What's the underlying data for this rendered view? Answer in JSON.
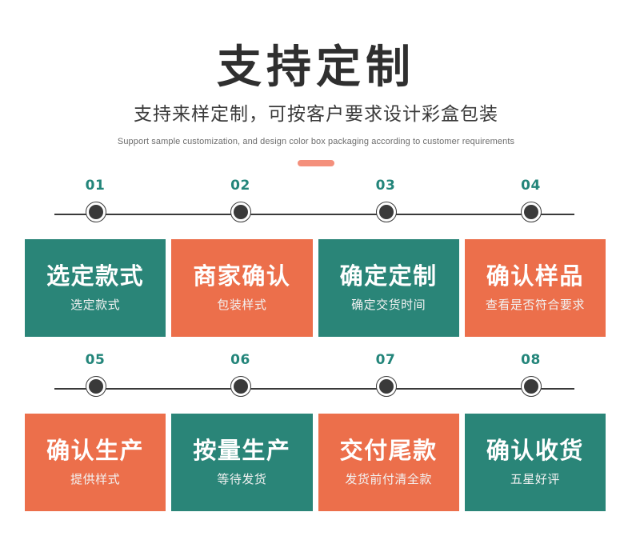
{
  "header": {
    "title": "支持定制",
    "subtitle": "支持来样定制，可按客户要求设计彩盒包装",
    "english": "Support sample customization, and design color box packaging according to customer requirements",
    "divider_icon": "dash-divider-icon"
  },
  "colors": {
    "teal": "#2a8578",
    "orange": "#ec6f4b",
    "number_teal": "#23857a",
    "divider_salmon": "#f4907c",
    "dark": "#3a3a3a",
    "background": "#ffffff"
  },
  "timeline_rows": [
    {
      "numbers": [
        "01",
        "02",
        "03",
        "04"
      ]
    },
    {
      "numbers": [
        "05",
        "06",
        "07",
        "08"
      ]
    }
  ],
  "card_rows": [
    {
      "cards": [
        {
          "step": "01",
          "title": "选定款式",
          "desc": "选定款式",
          "color": "teal"
        },
        {
          "step": "02",
          "title": "商家确认",
          "desc": "包装样式",
          "color": "orange"
        },
        {
          "step": "03",
          "title": "确定定制",
          "desc": "确定交货时间",
          "color": "teal"
        },
        {
          "step": "04",
          "title": "确认样品",
          "desc": "查看是否符合要求",
          "color": "orange"
        }
      ]
    },
    {
      "cards": [
        {
          "step": "05",
          "title": "确认生产",
          "desc": "提供样式",
          "color": "orange"
        },
        {
          "step": "06",
          "title": "按量生产",
          "desc": "等待发货",
          "color": "teal"
        },
        {
          "step": "07",
          "title": "交付尾款",
          "desc": "发货前付清全款",
          "color": "orange"
        },
        {
          "step": "08",
          "title": "确认收货",
          "desc": "五星好评",
          "color": "teal"
        }
      ]
    }
  ]
}
